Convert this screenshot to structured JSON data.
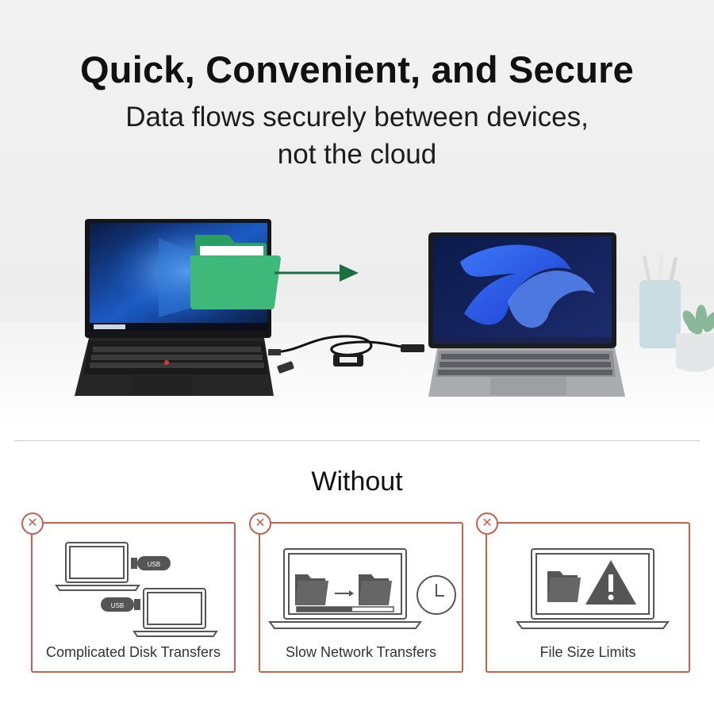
{
  "hero": {
    "headline": "Quick, Convenient, and Secure",
    "subline": "Data flows securely between devices, not the cloud"
  },
  "section": {
    "title": "Without"
  },
  "cards": [
    {
      "label": "Complicated Disk Transfers",
      "tag_left": "USB",
      "tag_right": "USB",
      "icon": "usb-laptops-icon"
    },
    {
      "label": "Slow Network Transfers",
      "icon": "slow-transfer-icon"
    },
    {
      "label": "File Size Limits",
      "icon": "file-limit-icon"
    }
  ],
  "colors": {
    "accent": "#c4614e",
    "folder_green": "#3eb97a",
    "arrow_green": "#1f6e43",
    "icon_gray": "#555555"
  }
}
